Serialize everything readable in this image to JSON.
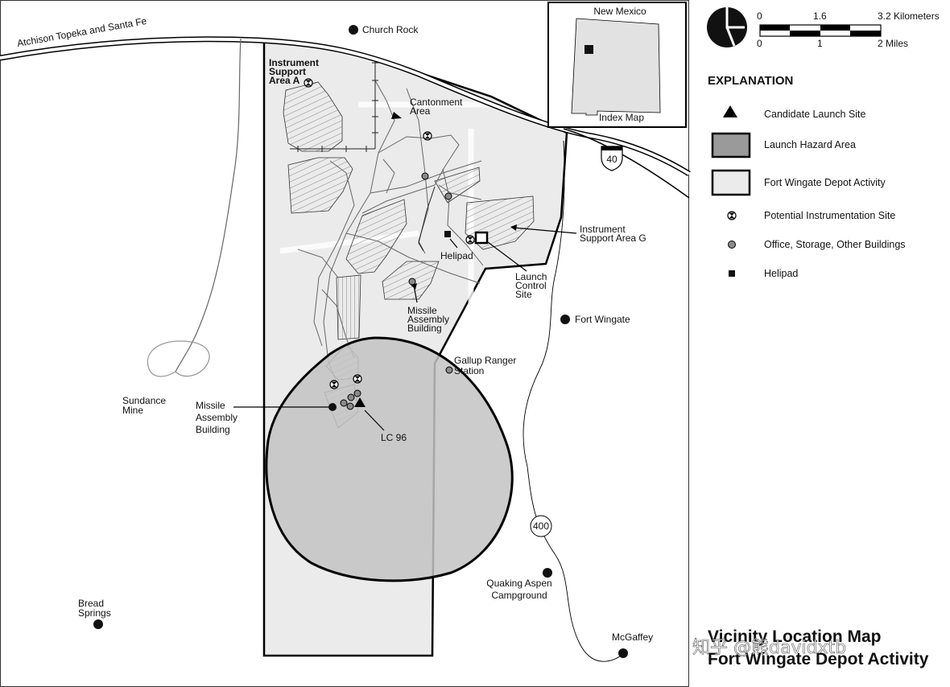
{
  "places": {
    "church_rock": "Church Rock",
    "fort_wingate": "Fort Wingate",
    "gallup_ranger_station": "Gallup Ranger\nStation",
    "sundance_mine": "Sundance\nMine",
    "bread_springs": "Bread\nSprings",
    "mcgaffey": "McGaffey",
    "quaking_aspen": "Quaking Aspen\nCampground"
  },
  "railroad": "Atchison Topeka and Santa Fe",
  "features": {
    "instrument_support_a": "Instrument\nSupport\nArea A",
    "cantonment": "Cantonment\nArea",
    "instrument_support_g": "Instrument\nSupport Area G",
    "helipad": "Helipad",
    "launch_control": "Launch\nControl\nSite",
    "missile_assembly_1": "Missile\nAssembly\nBuilding",
    "missile_assembly_2": "Missile\nAssembly\nBuilding",
    "lc96": "LC 96"
  },
  "highways": {
    "i40": "40",
    "nm400": "400"
  },
  "inset": {
    "title": "New Mexico",
    "caption": "Index Map"
  },
  "scale_bar": {
    "km_ticks": [
      "0",
      "1.6",
      "3.2 Kilometers"
    ],
    "mile_ticks": [
      "0",
      "1",
      "2 Miles"
    ]
  },
  "legend": {
    "title": "EXPLANATION",
    "items": [
      {
        "label": "Candidate Launch Site",
        "symbol": "triangle"
      },
      {
        "label": "Launch Hazard Area",
        "symbol": "dark-gray-box",
        "color": "#9a9a9a"
      },
      {
        "label": "Fort Wingate Depot Activity",
        "symbol": "light-gray-box",
        "color": "#ebebeb"
      },
      {
        "label": "Potential Instrumentation Site",
        "symbol": "instrument-icon"
      },
      {
        "label": "Office, Storage, Other Buildings",
        "symbol": "gray-dot",
        "color": "#8a8a8a"
      },
      {
        "label": "Helipad",
        "symbol": "black-square"
      }
    ]
  },
  "map_title": {
    "line1": "Vicinity Location Map",
    "line2": "Fort Wingate Depot Activity"
  },
  "watermark": "知乎 @熊davidxtb",
  "colors": {
    "depot": "#ebebeb",
    "hazard": "#c3c3c3",
    "ink": "#111111"
  }
}
